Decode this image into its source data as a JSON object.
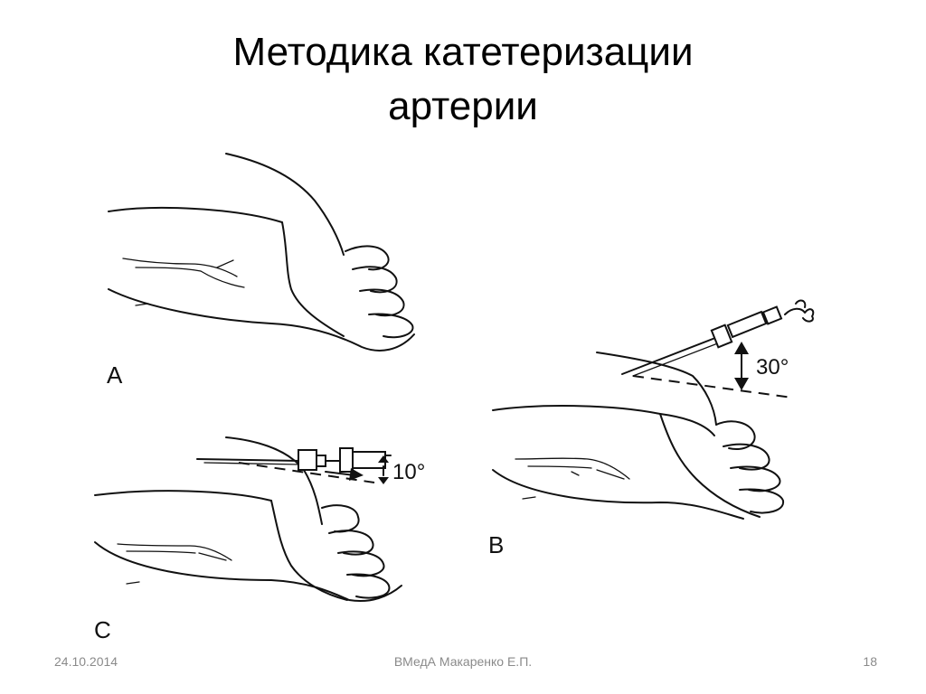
{
  "slide": {
    "title_line1": "Методика катетеризации",
    "title_line2": "артерии"
  },
  "figure": {
    "panel_a_label": "A",
    "panel_b_label": "B",
    "panel_c_label": "C",
    "angle_b": "30°",
    "angle_c": "10°"
  },
  "footer": {
    "date": "24.10.2014",
    "author": "ВМедА Макаренко Е.П.",
    "page": "18"
  }
}
